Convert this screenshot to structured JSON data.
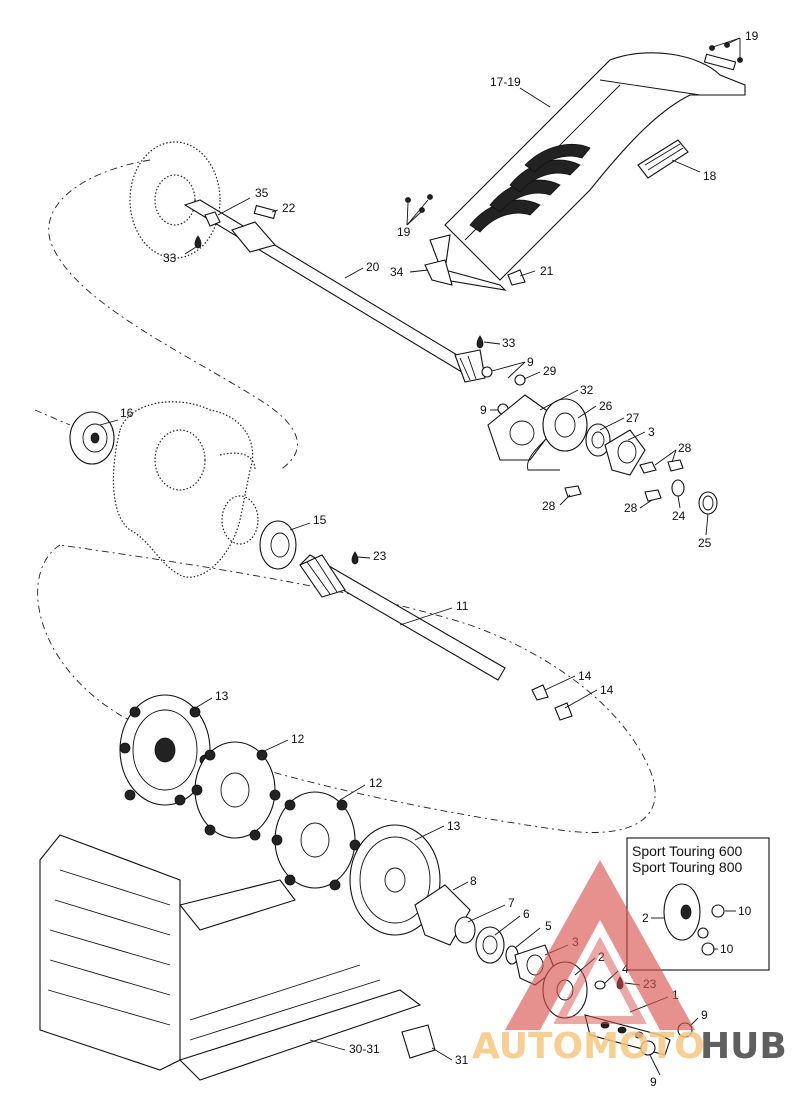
{
  "inset": {
    "line1": "Sport Touring 600",
    "line2": "Sport Touring 800",
    "callouts": [
      "2",
      "10",
      "10"
    ]
  },
  "callouts": {
    "p19a": "19",
    "p17_19": "17-19",
    "p18": "18",
    "p19b": "19",
    "p35": "35",
    "p22": "22",
    "p33a": "33",
    "p20": "20",
    "p34": "34",
    "p21": "21",
    "p33b": "33",
    "p9a": "9",
    "p29": "29",
    "p32": "32",
    "p26": "26",
    "p27": "27",
    "p3a": "3",
    "p9b": "9",
    "p28a": "28",
    "p28b": "28",
    "p28c": "28",
    "p24": "24",
    "p25": "25",
    "p16": "16",
    "p15": "15",
    "p23a": "23",
    "p11": "11",
    "p14a": "14",
    "p14b": "14",
    "p13a": "13",
    "p12a": "12",
    "p12b": "12",
    "p13b": "13",
    "p8": "8",
    "p7": "7",
    "p6": "6",
    "p5": "5",
    "p3b": "3",
    "p2": "2",
    "p4": "4",
    "p23b": "23",
    "p1": "1",
    "p9c": "9",
    "p9d": "9",
    "p30_31": "30-31",
    "p31": "31"
  },
  "watermark": {
    "text_a": "AUTOMOTO",
    "text_b": "HUB",
    "color_a": "#f5c77e",
    "color_b": "#444444",
    "logo_color": "#d9534f"
  }
}
